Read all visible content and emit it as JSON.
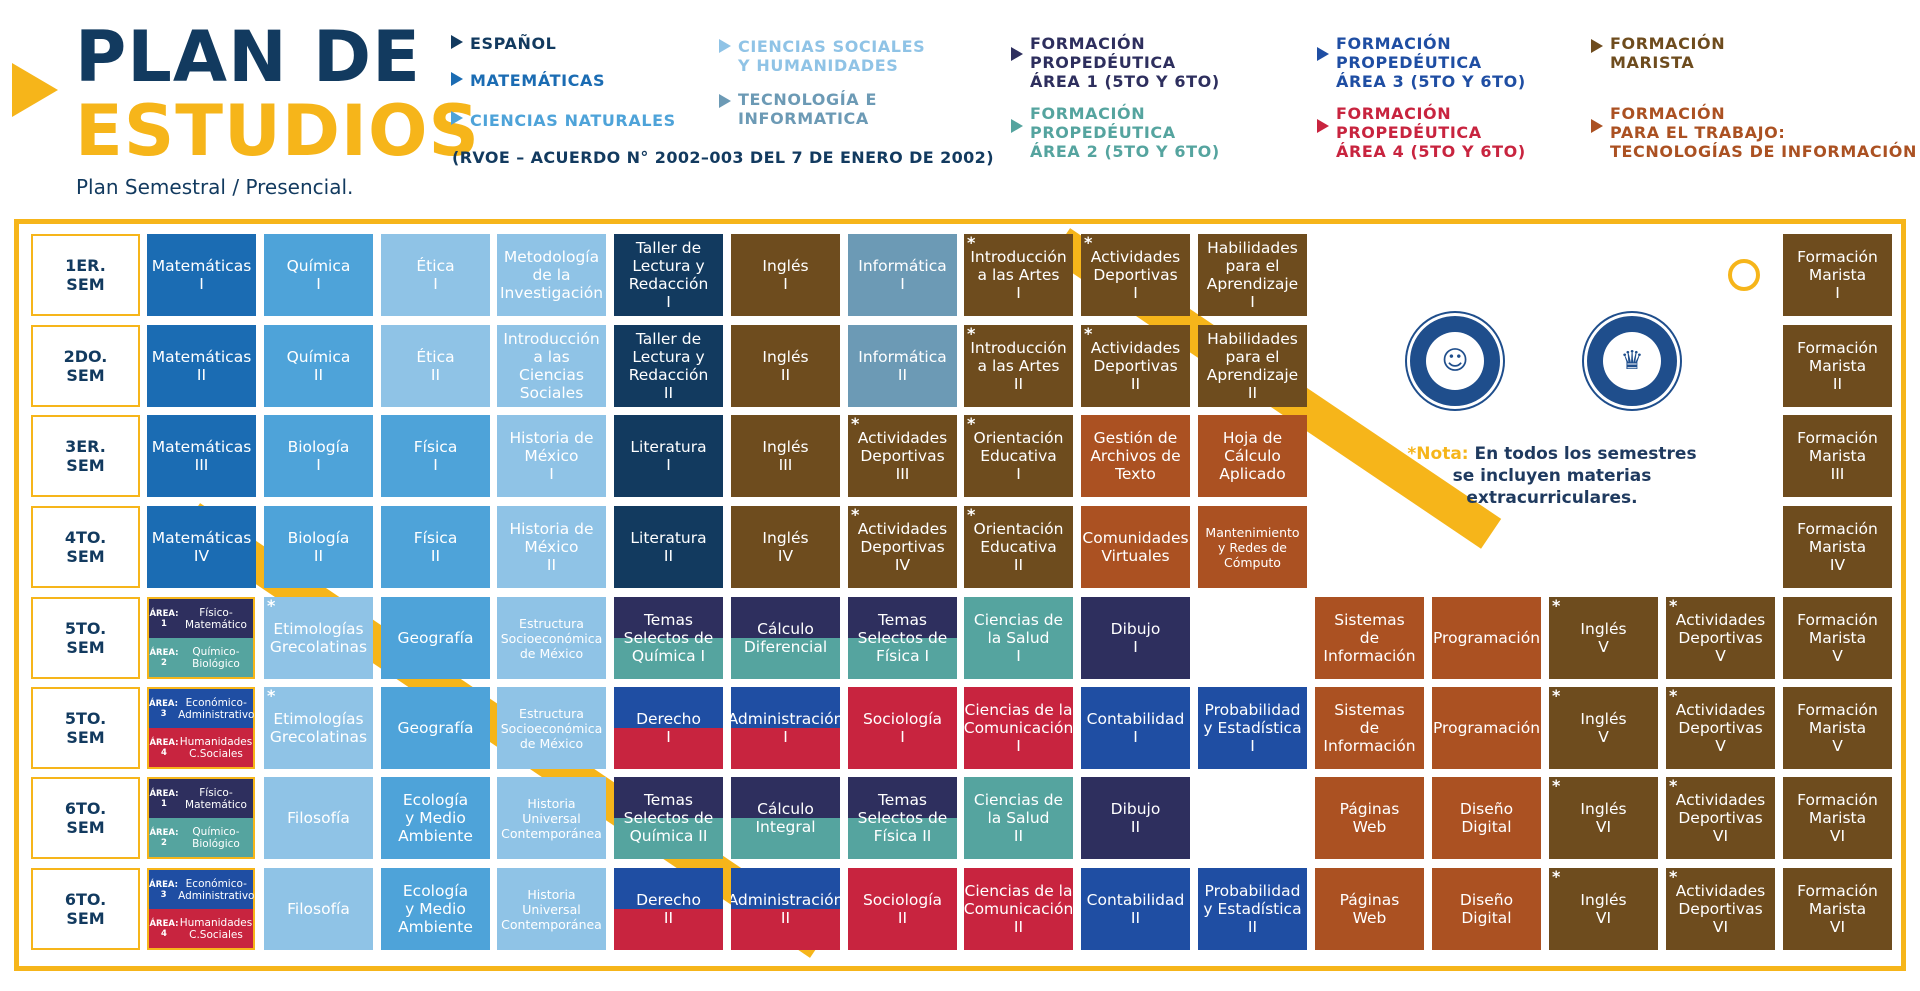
{
  "header": {
    "title_line1": "PLAN DE",
    "title_line2": "ESTUDIOS",
    "subtitle": "Plan Semestral / Presencial.",
    "rvoe": "(RVOE – ACUERDO N° 2002–003 DEL 7 DE ENERO DE 2002)"
  },
  "legend": [
    {
      "label": "ESPAÑOL",
      "color": "#123a5f"
    },
    {
      "label": "MATEMÁTICAS",
      "color": "#1b6cb3"
    },
    {
      "label": "CIENCIAS NATURALES",
      "color": "#4ea3d9"
    },
    {
      "label": "CIENCIAS SOCIALES\nY HUMANIDADES",
      "color": "#8fc3e6"
    },
    {
      "label": "TECNOLOGÍA E\nINFORMATICA",
      "color": "#6c9ab5"
    },
    {
      "label": "FORMACIÓN\nPROPEDÉUTICA\nÁREA 1 (5TO Y 6TO)",
      "color": "#2e2f5e"
    },
    {
      "label": "FORMACIÓN\nPROPEDÉUTICA\nÁREA 2 (5TO Y 6TO)",
      "color": "#55a49f"
    },
    {
      "label": "FORMACIÓN\nPROPEDÉUTICA\nÁREA 3 (5TO Y 6TO)",
      "color": "#1f4ea3"
    },
    {
      "label": "FORMACIÓN\nPROPEDÉUTICA\nÁREA 4 (5TO Y 6TO)",
      "color": "#c8243f"
    },
    {
      "label": "FORMACIÓN\nMARISTA",
      "color": "#6e4c1e"
    },
    {
      "label": "FORMACIÓN\nPARA EL TRABAJO:\nTECNOLOGÍAS DE INFORMACIÓN",
      "color": "#ab5122"
    }
  ],
  "colors": {
    "accent": "#f6b51a",
    "espanol": "#123a5f",
    "matematicas": "#1b6cb3",
    "naturales": "#4ea3d9",
    "sociales": "#8fc3e6",
    "tecnologia": "#6c9ab5",
    "area1": "#2e2f5e",
    "area2": "#55a49f",
    "area3": "#1f4ea3",
    "area4": "#c8243f",
    "marista": "#6e4c1e",
    "trabajo": "#ab5122"
  },
  "semesters": [
    {
      "label": "1ER.\nSEM"
    },
    {
      "label": "2DO.\nSEM"
    },
    {
      "label": "3ER.\nSEM"
    },
    {
      "label": "4TO.\nSEM"
    },
    {
      "label": "5TO.\nSEM"
    },
    {
      "label": "5TO.\nSEM"
    },
    {
      "label": "6TO.\nSEM"
    },
    {
      "label": "6TO.\nSEM"
    }
  ],
  "areas": {
    "a12": [
      {
        "tag": "ÁREA:\n1",
        "name": "Físico-\nMatemático"
      },
      {
        "tag": "ÁREA:\n2",
        "name": "Químico-\nBiológico"
      }
    ],
    "a34": [
      {
        "tag": "ÁREA:\n3",
        "name": "Económico-\nAdministrativo"
      },
      {
        "tag": "ÁREA:\n4",
        "name": "Humanidades\nC.Sociales"
      }
    ]
  },
  "rows": [
    [
      {
        "text": "Matemáticas\nI",
        "c": "matematicas"
      },
      {
        "text": "Química\nI",
        "c": "naturales"
      },
      {
        "text": "Ética\nI",
        "c": "sociales"
      },
      {
        "text": "Metodología\nde la\nInvestigación",
        "c": "sociales"
      },
      {
        "text": "Taller de\nLectura y\nRedacción\nI",
        "c": "espanol"
      },
      {
        "text": "Inglés\nI",
        "c": "marista"
      },
      {
        "text": "Informática\nI",
        "c": "tecnologia"
      },
      {
        "text": "Introducción\na las Artes\nI",
        "c": "marista",
        "star": "*"
      },
      {
        "text": "Actividades\nDeportivas\nI",
        "c": "marista",
        "star": "*"
      },
      {
        "text": "Habilidades\npara el\nAprendizaje\nI",
        "c": "marista"
      },
      null,
      null,
      null,
      null,
      {
        "text": "Formación\nMarista\nI",
        "c": "marista"
      }
    ],
    [
      {
        "text": "Matemáticas\nII",
        "c": "matematicas"
      },
      {
        "text": "Química\nII",
        "c": "naturales"
      },
      {
        "text": "Ética\nII",
        "c": "sociales"
      },
      {
        "text": "Introducción\na las\nCiencias\nSociales",
        "c": "sociales"
      },
      {
        "text": "Taller de\nLectura y\nRedacción\nII",
        "c": "espanol"
      },
      {
        "text": "Inglés\nII",
        "c": "marista"
      },
      {
        "text": "Informática\nII",
        "c": "tecnologia"
      },
      {
        "text": "Introducción\na las Artes\nII",
        "c": "marista",
        "star": "*"
      },
      {
        "text": "Actividades\nDeportivas\nII",
        "c": "marista",
        "star": "*"
      },
      {
        "text": "Habilidades\npara el\nAprendizaje\nII",
        "c": "marista"
      },
      null,
      null,
      null,
      null,
      {
        "text": "Formación\nMarista\nII",
        "c": "marista"
      }
    ],
    [
      {
        "text": "Matemáticas\nIII",
        "c": "matematicas"
      },
      {
        "text": "Biología\nI",
        "c": "naturales"
      },
      {
        "text": "Física\nI",
        "c": "naturales"
      },
      {
        "text": "Historia de\nMéxico\nI",
        "c": "sociales"
      },
      {
        "text": "Literatura\nI",
        "c": "espanol"
      },
      {
        "text": "Inglés\nIII",
        "c": "marista"
      },
      {
        "text": "Actividades\nDeportivas\nIII",
        "c": "marista",
        "star": "*"
      },
      {
        "text": "Orientación\nEducativa\nI",
        "c": "marista",
        "star": "*"
      },
      {
        "text": "Gestión de\nArchivos de\nTexto",
        "c": "trabajo"
      },
      {
        "text": "Hoja de\nCálculo\nAplicado",
        "c": "trabajo"
      },
      null,
      null,
      null,
      null,
      {
        "text": "Formación\nMarista\nIII",
        "c": "marista"
      }
    ],
    [
      {
        "text": "Matemáticas\nIV",
        "c": "matematicas"
      },
      {
        "text": "Biología\nII",
        "c": "naturales"
      },
      {
        "text": "Física\nII",
        "c": "naturales"
      },
      {
        "text": "Historia de\nMéxico\nII",
        "c": "sociales"
      },
      {
        "text": "Literatura\nII",
        "c": "espanol"
      },
      {
        "text": "Inglés\nIV",
        "c": "marista"
      },
      {
        "text": "Actividades\nDeportivas\nIV",
        "c": "marista",
        "star": "*"
      },
      {
        "text": "Orientación\nEducativa\nII",
        "c": "marista",
        "star": "*"
      },
      {
        "text": "Comunidades\nVirtuales",
        "c": "trabajo"
      },
      {
        "text": "Mantenimiento\ny Redes de\nCómputo",
        "c": "trabajo",
        "small": true
      },
      null,
      null,
      null,
      null,
      {
        "text": "Formación\nMarista\nIV",
        "c": "marista"
      }
    ],
    [
      {
        "area": "a12"
      },
      {
        "text": "Etimologías\nGrecolatinas",
        "c": "sociales",
        "star": "*"
      },
      {
        "text": "Geografía",
        "c": "naturales"
      },
      {
        "text": "Estructura\nSocioeconómica\nde México",
        "c": "sociales",
        "small": true
      },
      {
        "text": "Temas\nSelectos de\nQuímica I",
        "c": "area1",
        "c2": "area2"
      },
      {
        "text": "Cálculo\nDiferencial",
        "c": "area1",
        "c2": "area2"
      },
      {
        "text": "Temas\nSelectos de\nFísica I",
        "c": "area1",
        "c2": "area2"
      },
      {
        "text": "Ciencias de\nla Salud\nI",
        "c": "area2"
      },
      {
        "text": "Dibujo\nI",
        "c": "area1"
      },
      null,
      {
        "text": "Sistemas\nde\nInformación",
        "c": "trabajo"
      },
      {
        "text": "Programación",
        "c": "trabajo"
      },
      {
        "text": "Inglés\nV",
        "c": "marista",
        "star": "*"
      },
      {
        "text": "Actividades\nDeportivas\nV",
        "c": "marista",
        "star": "*"
      },
      {
        "text": "Formación\nMarista\nV",
        "c": "marista"
      }
    ],
    [
      {
        "area": "a34"
      },
      {
        "text": "Etimologías\nGrecolatinas",
        "c": "sociales",
        "star": "*"
      },
      {
        "text": "Geografía",
        "c": "naturales"
      },
      {
        "text": "Estructura\nSocioeconómica\nde México",
        "c": "sociales",
        "small": true
      },
      {
        "text": "Derecho\nI",
        "c": "area3",
        "c2": "area4"
      },
      {
        "text": "Administración\nI",
        "c": "area3",
        "c2": "area4"
      },
      {
        "text": "Sociología\nI",
        "c": "area4"
      },
      {
        "text": "Ciencias de la\nComunicación\nI",
        "c": "area4"
      },
      {
        "text": "Contabilidad\nI",
        "c": "area3"
      },
      {
        "text": "Probabilidad\ny Estadística\nI",
        "c": "area3"
      },
      {
        "text": "Sistemas\nde\nInformación",
        "c": "trabajo"
      },
      {
        "text": "Programación",
        "c": "trabajo"
      },
      {
        "text": "Inglés\nV",
        "c": "marista",
        "star": "*"
      },
      {
        "text": "Actividades\nDeportivas\nV",
        "c": "marista",
        "star": "*"
      },
      {
        "text": "Formación\nMarista\nV",
        "c": "marista"
      }
    ],
    [
      {
        "area": "a12"
      },
      {
        "text": "Filosofía",
        "c": "sociales"
      },
      {
        "text": "Ecología\ny Medio\nAmbiente",
        "c": "naturales"
      },
      {
        "text": "Historia\nUniversal\nContemporánea",
        "c": "sociales",
        "small": true
      },
      {
        "text": "Temas\nSelectos de\nQuímica II",
        "c": "area1",
        "c2": "area2"
      },
      {
        "text": "Cálculo\nIntegral",
        "c": "area1",
        "c2": "area2"
      },
      {
        "text": "Temas\nSelectos de\nFísica II",
        "c": "area1",
        "c2": "area2"
      },
      {
        "text": "Ciencias de\nla Salud\nII",
        "c": "area2"
      },
      {
        "text": "Dibujo\nII",
        "c": "area1"
      },
      null,
      {
        "text": "Páginas\nWeb",
        "c": "trabajo"
      },
      {
        "text": "Diseño\nDigital",
        "c": "trabajo"
      },
      {
        "text": "Inglés\nVI",
        "c": "marista",
        "star": "*"
      },
      {
        "text": "Actividades\nDeportivas\nVI",
        "c": "marista",
        "star": "*"
      },
      {
        "text": "Formación\nMarista\nVI",
        "c": "marista"
      }
    ],
    [
      {
        "area": "a34"
      },
      {
        "text": "Filosofía",
        "c": "sociales"
      },
      {
        "text": "Ecología\ny Medio\nAmbiente",
        "c": "naturales"
      },
      {
        "text": "Historia\nUniversal\nContemporánea",
        "c": "sociales",
        "small": true
      },
      {
        "text": "Derecho\nII",
        "c": "area3",
        "c2": "area4"
      },
      {
        "text": "Administración\nII",
        "c": "area3",
        "c2": "area4"
      },
      {
        "text": "Sociología\nII",
        "c": "area4"
      },
      {
        "text": "Ciencias de la\nComunicación\nII",
        "c": "area4"
      },
      {
        "text": "Contabilidad\nII",
        "c": "area3"
      },
      {
        "text": "Probabilidad\ny Estadística\nII",
        "c": "area3"
      },
      {
        "text": "Páginas\nWeb",
        "c": "trabajo"
      },
      {
        "text": "Diseño\nDigital",
        "c": "trabajo"
      },
      {
        "text": "Inglés\nVI",
        "c": "marista",
        "star": "*"
      },
      {
        "text": "Actividades\nDeportivas\nVI",
        "c": "marista",
        "star": "*"
      },
      {
        "text": "Formación\nMarista\nVI",
        "c": "marista"
      }
    ]
  ],
  "note": {
    "star": "*Nota:",
    "text": " En todos los semestres se incluyen materias extracurriculares."
  },
  "badges": [
    {
      "icon": "accompaniment-badge-icon",
      "glyph": "☺"
    },
    {
      "icon": "marist-identity-badge-icon",
      "glyph": "♛"
    }
  ]
}
